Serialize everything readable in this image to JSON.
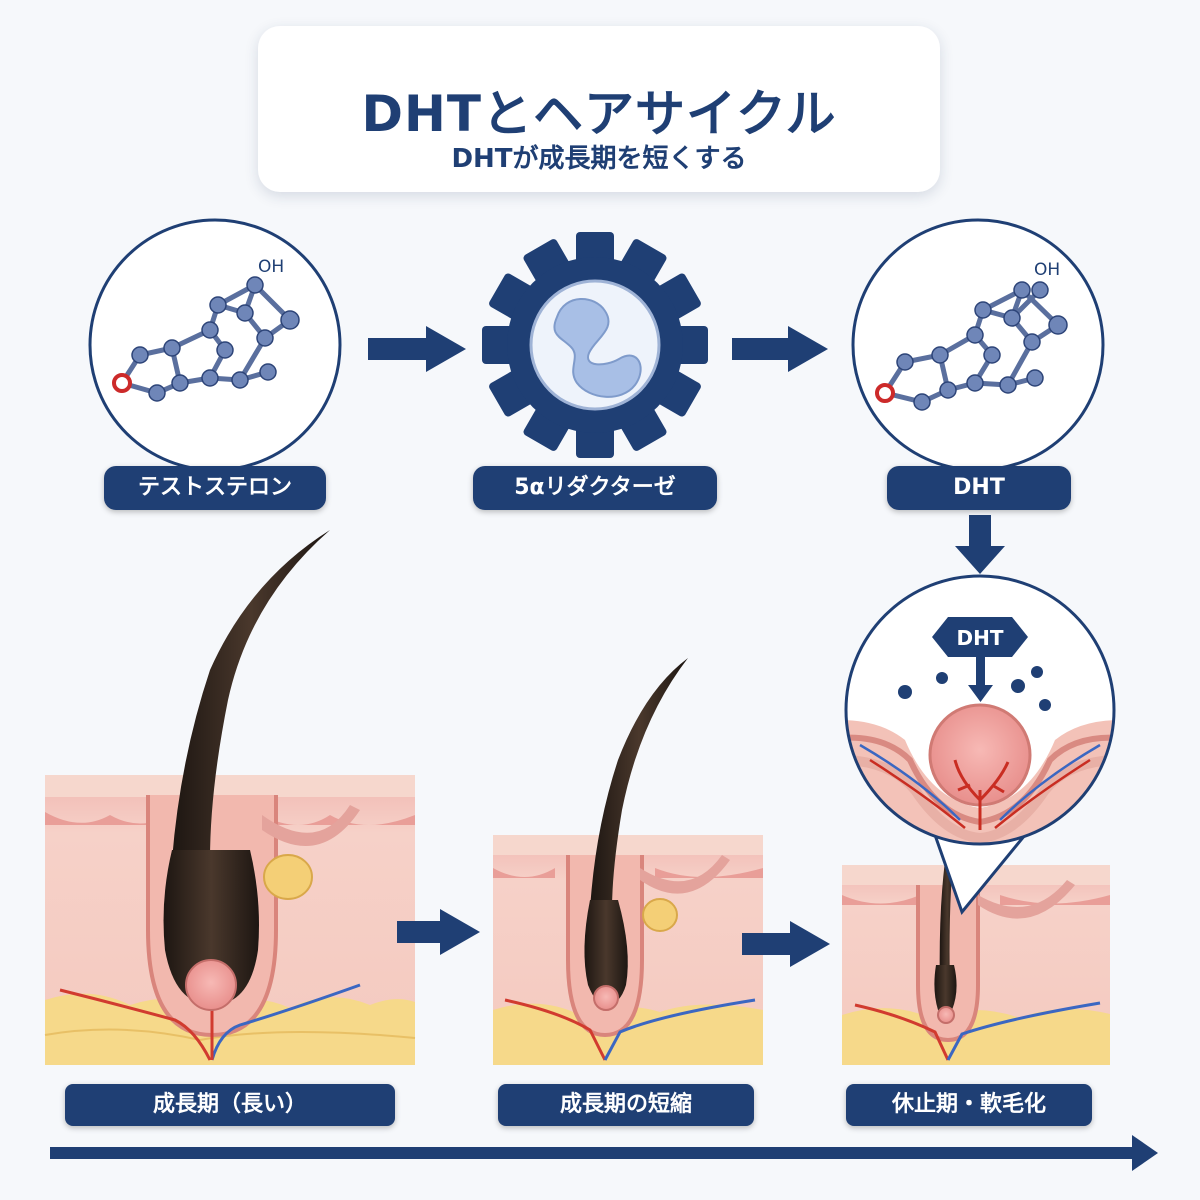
{
  "header": {
    "title": "DHTとヘアサイクル",
    "subtitle": "DHTが成長期を短くする"
  },
  "molecules": {
    "testosterone_label": "テストステロン",
    "enzyme_label": "5αリダクターゼ",
    "dht_label": "DHT",
    "oh_left": "OH",
    "oh_right": "OH"
  },
  "zoom": {
    "dht_tag": "DHT"
  },
  "stages": {
    "anagen": "成長期（長い）",
    "shortened": "成長期の短縮",
    "telogen": "休止期・軟毛化"
  },
  "colors": {
    "navy": "#1f3f74",
    "skin": "#f3c8bf",
    "fat": "#f6d98a",
    "hair": "#2e221b",
    "oxygen": "#cc2a2a"
  }
}
